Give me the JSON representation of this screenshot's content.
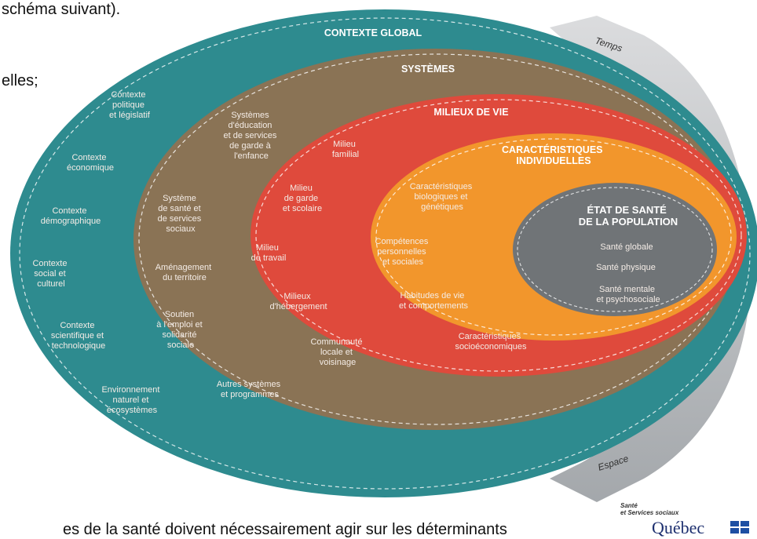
{
  "document": {
    "top_line_1": "schéma suivant).",
    "top_line_2": "elles;",
    "bottom_line": "es de la santé doivent nécessairement agir sur les déterminants"
  },
  "diagram": {
    "layers": [
      {
        "title": "CONTEXTE GLOBAL",
        "color": "#2e8b8f",
        "items": [
          [
            "Contexte",
            "politique",
            "et législatif"
          ],
          [
            "Contexte",
            "économique"
          ],
          [
            "Contexte",
            "démographique"
          ],
          [
            "Contexte",
            "social et",
            "culturel"
          ],
          [
            "Contexte",
            "scientifique et",
            "technologique"
          ],
          [
            "Environnement",
            "naturel et",
            "écosystèmes"
          ]
        ]
      },
      {
        "title": "SYSTÈMES",
        "color": "#8a7355",
        "items": [
          [
            "Systèmes",
            "d'éducation",
            "et de services",
            "de garde à",
            "l'enfance"
          ],
          [
            "Système",
            "de santé et",
            "de services",
            "sociaux"
          ],
          [
            "Aménagement",
            "du territoire"
          ],
          [
            "Soutien",
            "à l'emploi et",
            "solidarité",
            "sociale"
          ],
          [
            "Autres systèmes",
            "et programmes"
          ]
        ]
      },
      {
        "title": "MILIEUX DE VIE",
        "color": "#df4a3c",
        "items": [
          [
            "Milieu",
            "familial"
          ],
          [
            "Milieu",
            "de garde",
            "et scolaire"
          ],
          [
            "Milieu",
            "de travail"
          ],
          [
            "Milieux",
            "d'hébergement"
          ],
          [
            "Communauté",
            "locale et",
            "voisinage"
          ]
        ]
      },
      {
        "title": [
          "CARACTÉRISTIQUES",
          "INDIVIDUELLES"
        ],
        "color": "#f2962c",
        "items": [
          [
            "Caractéristiques",
            "biologiques et",
            "génétiques"
          ],
          [
            "Compétences",
            "personnelles",
            "et sociales"
          ],
          [
            "Habitudes de vie",
            "et comportements"
          ],
          [
            "Caractéristiques",
            "socioéconomiques"
          ]
        ]
      },
      {
        "title": [
          "ÉTAT DE SANTÉ",
          "DE LA POPULATION"
        ],
        "color": "#707477",
        "items": [
          [
            "Santé globale"
          ],
          [
            "Santé physique"
          ],
          [
            "Santé mentale",
            "et psychosociale"
          ]
        ]
      }
    ],
    "arrows": {
      "top": "Temps",
      "bottom": "Espace"
    },
    "logo": {
      "ministry": [
        "Santé",
        "et Services sociaux"
      ],
      "name": "Québec"
    }
  }
}
